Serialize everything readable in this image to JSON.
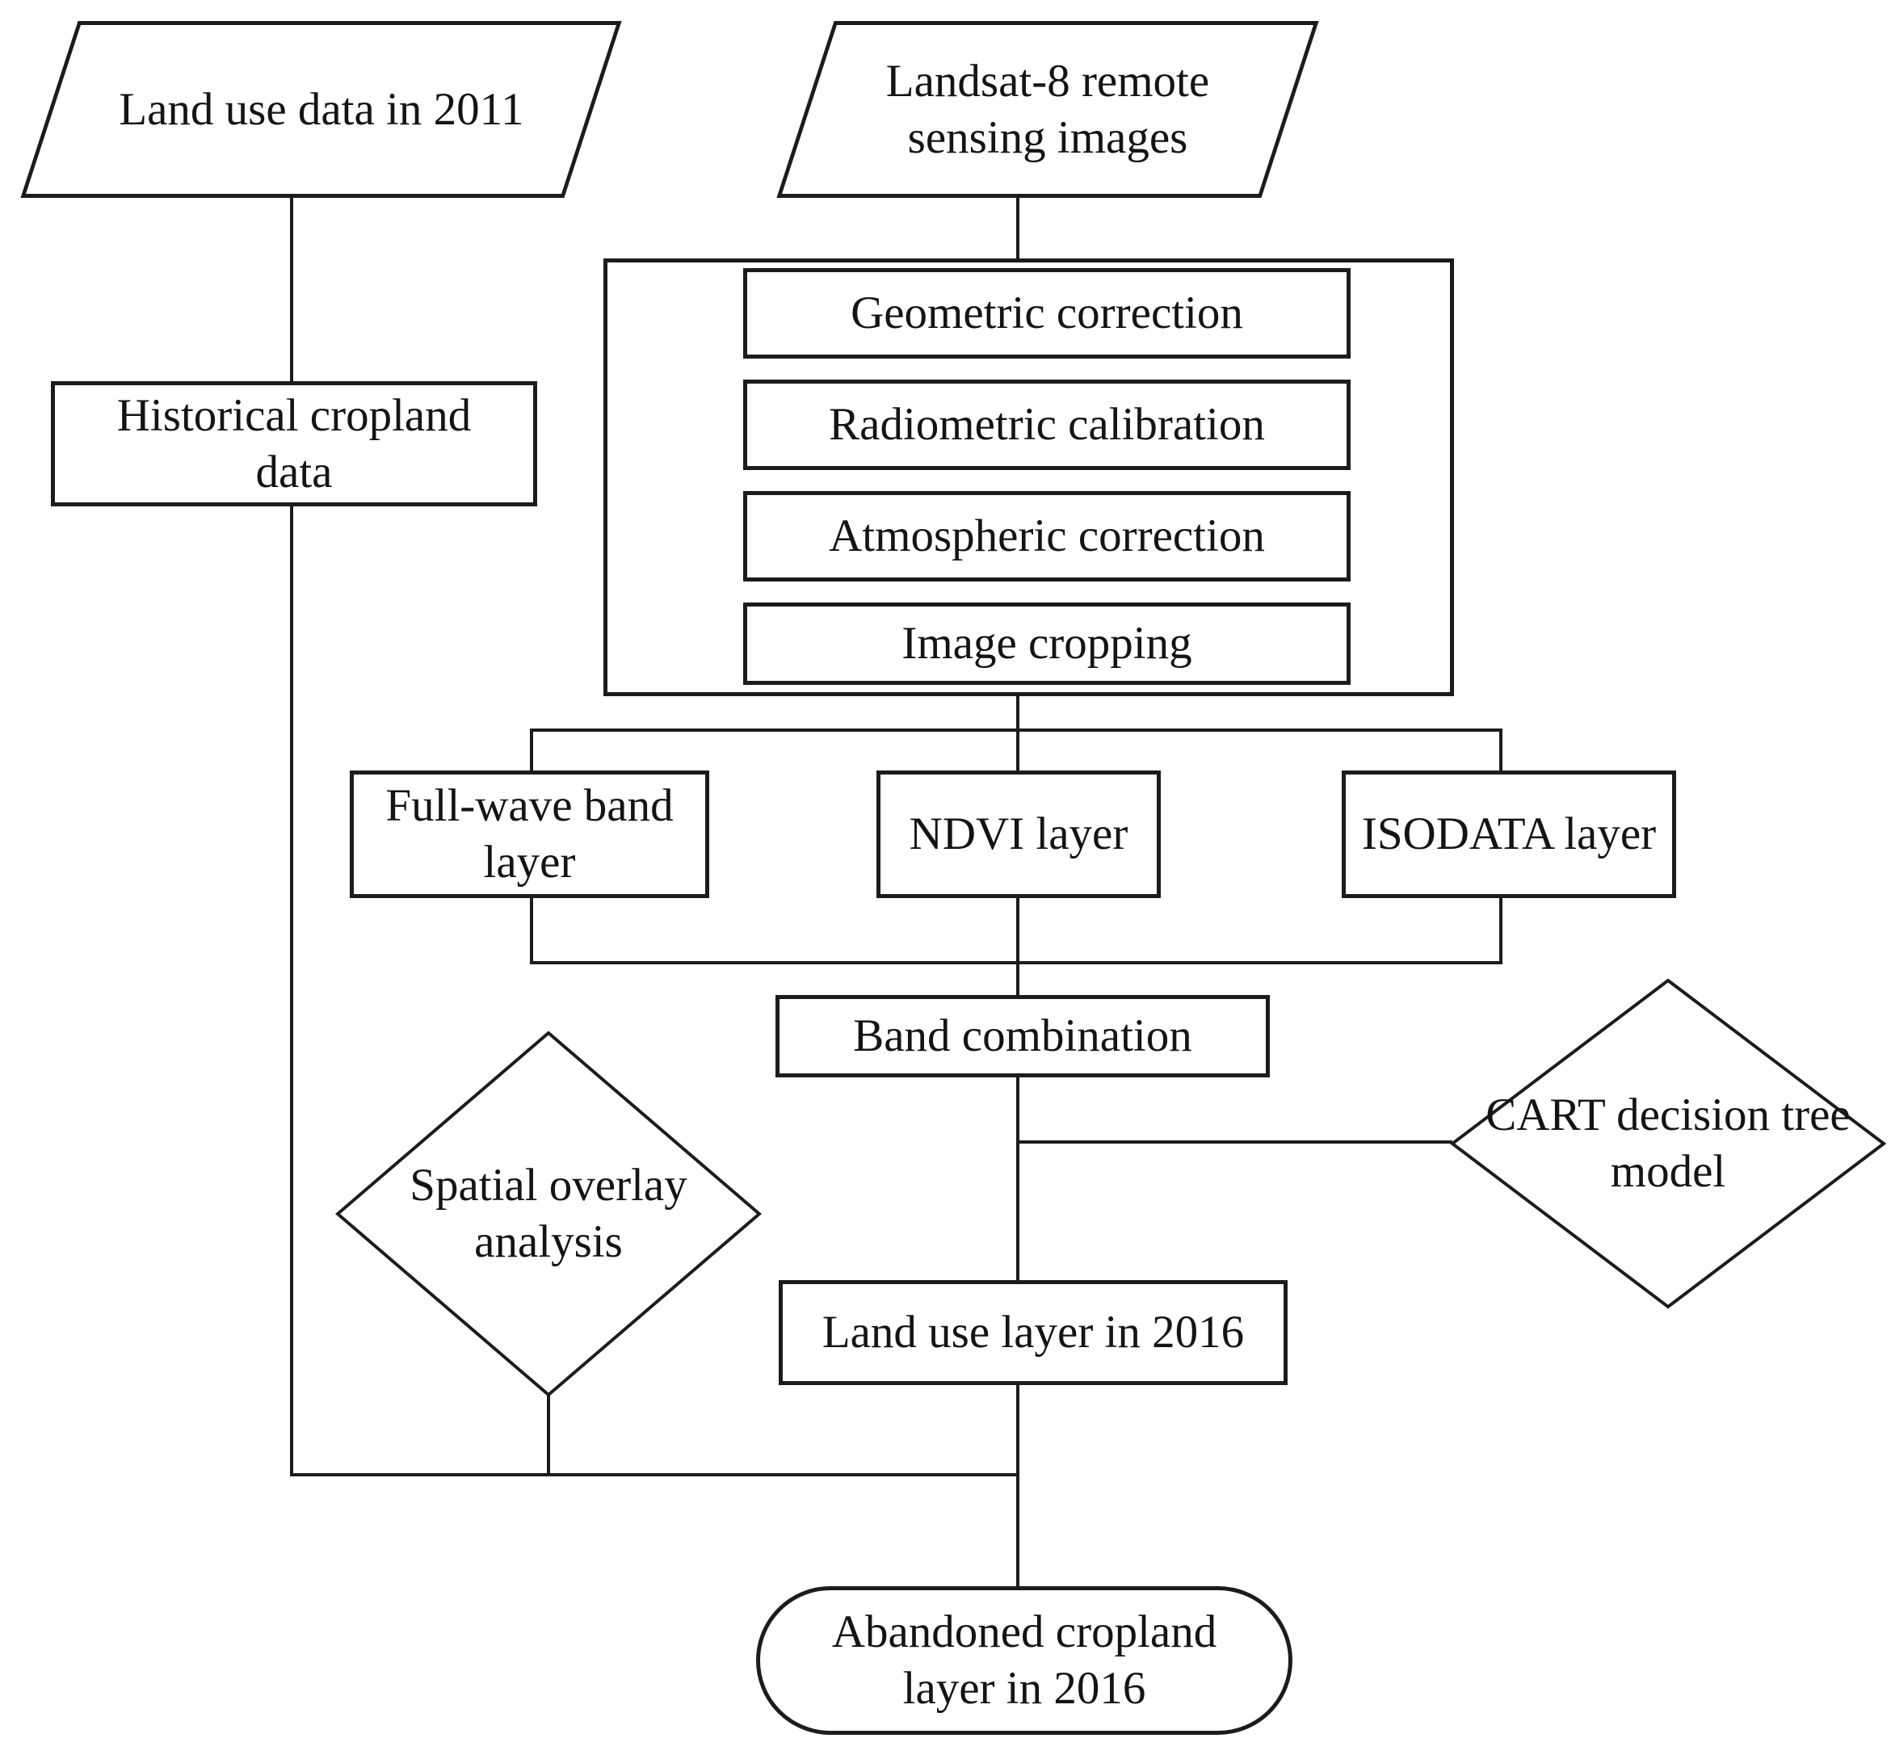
{
  "figure": {
    "type": "flowchart",
    "background": "#ffffff",
    "line_color": "#1c1c1c",
    "text_color": "#141414",
    "nodes": {
      "land_use_2011": {
        "label": "Land use data in 2011",
        "shape": "parallelogram"
      },
      "landsat8_images": {
        "label": "Landsat-8 remote sensing images",
        "shape": "parallelogram"
      },
      "historical_cropland": {
        "label": "Historical cropland data",
        "shape": "rect"
      },
      "geometric_correction": {
        "label": "Geometric correction",
        "shape": "rect"
      },
      "radiometric_calibration": {
        "label": "Radiometric calibration",
        "shape": "rect"
      },
      "atmospheric_correction": {
        "label": "Atmospheric correction",
        "shape": "rect"
      },
      "image_cropping": {
        "label": "Image cropping",
        "shape": "rect"
      },
      "full_wave_band_layer": {
        "label": "Full-wave band layer",
        "shape": "rect"
      },
      "ndvi_layer": {
        "label": "NDVI layer",
        "shape": "rect"
      },
      "isodata_layer": {
        "label": "ISODATA layer",
        "shape": "rect"
      },
      "band_combination": {
        "label": "Band combination",
        "shape": "rect"
      },
      "spatial_overlay_analysis": {
        "label": "Spatial overlay analysis",
        "shape": "diamond"
      },
      "cart_decision_tree": {
        "label": "CART decision tree model",
        "shape": "diamond"
      },
      "land_use_layer_2016": {
        "label": "Land use layer in 2016",
        "shape": "rect"
      },
      "abandoned_cropland_2016": {
        "label": "Abandoned cropland layer in 2016",
        "shape": "rounded-rect"
      }
    },
    "groups": {
      "preprocessing_container": {
        "children": [
          "geometric_correction",
          "radiometric_calibration",
          "atmospheric_correction",
          "image_cropping"
        ]
      }
    },
    "edges": [
      {
        "from": "land_use_2011",
        "to": "historical_cropland"
      },
      {
        "from": "landsat8_images",
        "to": "preprocessing_container"
      },
      {
        "from": "preprocessing_container",
        "to": "full_wave_band_layer"
      },
      {
        "from": "preprocessing_container",
        "to": "ndvi_layer"
      },
      {
        "from": "preprocessing_container",
        "to": "isodata_layer"
      },
      {
        "from": "full_wave_band_layer",
        "to": "band_combination"
      },
      {
        "from": "ndvi_layer",
        "to": "band_combination"
      },
      {
        "from": "isodata_layer",
        "to": "band_combination"
      },
      {
        "from": "band_combination",
        "to": "land_use_layer_2016",
        "via": "cart_decision_tree"
      },
      {
        "from": "historical_cropland",
        "to": "abandoned_cropland_2016",
        "via": "spatial_overlay_analysis"
      },
      {
        "from": "land_use_layer_2016",
        "to": "abandoned_cropland_2016"
      }
    ]
  }
}
